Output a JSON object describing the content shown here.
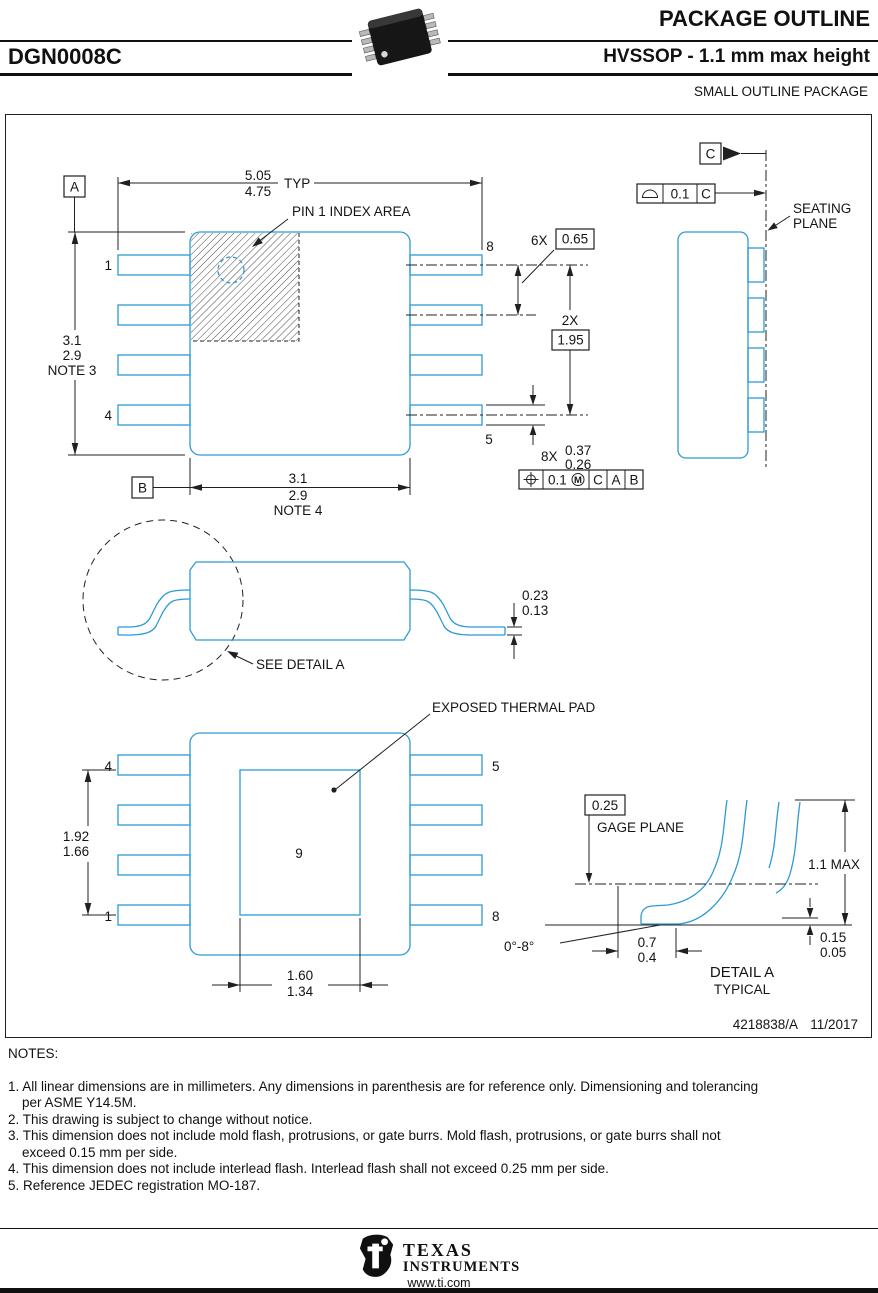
{
  "header": {
    "part_number": "DGN0008C",
    "title": "PACKAGE OUTLINE",
    "subtitle": "HVSSOP - 1.1 mm max height",
    "package_family": "SMALL OUTLINE PACKAGE"
  },
  "colors": {
    "outline": "#2e9bd6"
  },
  "top_view": {
    "width_max": "5.05",
    "width_min": "4.75",
    "width_typ": "TYP",
    "pin1_index": "PIN 1 INDEX AREA",
    "datum_a": "A",
    "datum_b": "B",
    "h_max": "3.1",
    "h_min": "2.9",
    "h_note": "NOTE 3",
    "w_max": "3.1",
    "w_min": "2.9",
    "w_note": "NOTE 4",
    "pin1": "1",
    "pin4": "4",
    "pin8": "8",
    "pin5": "5",
    "pitch_qty": "6X",
    "pitch": "0.65",
    "span_qty": "2X",
    "span": "1.95",
    "lead_qty": "8X",
    "lead_w_max": "0.37",
    "lead_w_min": "0.26",
    "fcf": {
      "tol": "0.1",
      "mod": "M",
      "d1": "C",
      "d2": "A",
      "d3": "B"
    }
  },
  "side_view": {
    "datum_c": "C",
    "fcf": {
      "tol": "0.1",
      "datum": "C"
    },
    "seating1": "SEATING",
    "seating2": "PLANE"
  },
  "profile": {
    "thk_max": "0.23",
    "thk_min": "0.13",
    "see_detail": "SEE DETAIL  A"
  },
  "bottom_view": {
    "pad_label": "EXPOSED THERMAL PAD",
    "pin4": "4",
    "pin5": "5",
    "pin1": "1",
    "pin8": "8",
    "pad_num": "9",
    "pad_h_max": "1.92",
    "pad_h_min": "1.66",
    "pad_w_max": "1.60",
    "pad_w_min": "1.34"
  },
  "detail_a": {
    "gage_offset": "0.25",
    "gage_label": "GAGE PLANE",
    "height": "1.1 MAX",
    "foot_h_max": "0.15",
    "foot_h_min": "0.05",
    "foot_l_max": "0.7",
    "foot_l_min": "0.4",
    "angle": "0°-8°",
    "title": "DETAIL A",
    "subtitle": "TYPICAL"
  },
  "title_block": {
    "number": "4218838/A",
    "date": "11/2017"
  },
  "notes": {
    "heading": "NOTES:",
    "items": [
      {
        "lines": [
          "1. All linear dimensions are in millimeters. Any dimensions in parenthesis are for reference only. Dimensioning and tolerancing",
          "per ASME Y14.5M."
        ]
      },
      {
        "lines": [
          "2. This drawing is subject to change without notice."
        ]
      },
      {
        "lines": [
          "3. This dimension does not include mold flash, protrusions, or gate burrs. Mold flash, protrusions, or gate burrs shall not",
          "exceed 0.15 mm per side."
        ]
      },
      {
        "lines": [
          "4. This dimension does not include interlead flash. Interlead flash shall not exceed 0.25 mm per side."
        ]
      },
      {
        "lines": [
          "5. Reference JEDEC registration MO-187."
        ]
      }
    ]
  },
  "footer": {
    "brand1": "TEXAS",
    "brand2": "INSTRUMENTS",
    "website": "www.ti.com"
  }
}
